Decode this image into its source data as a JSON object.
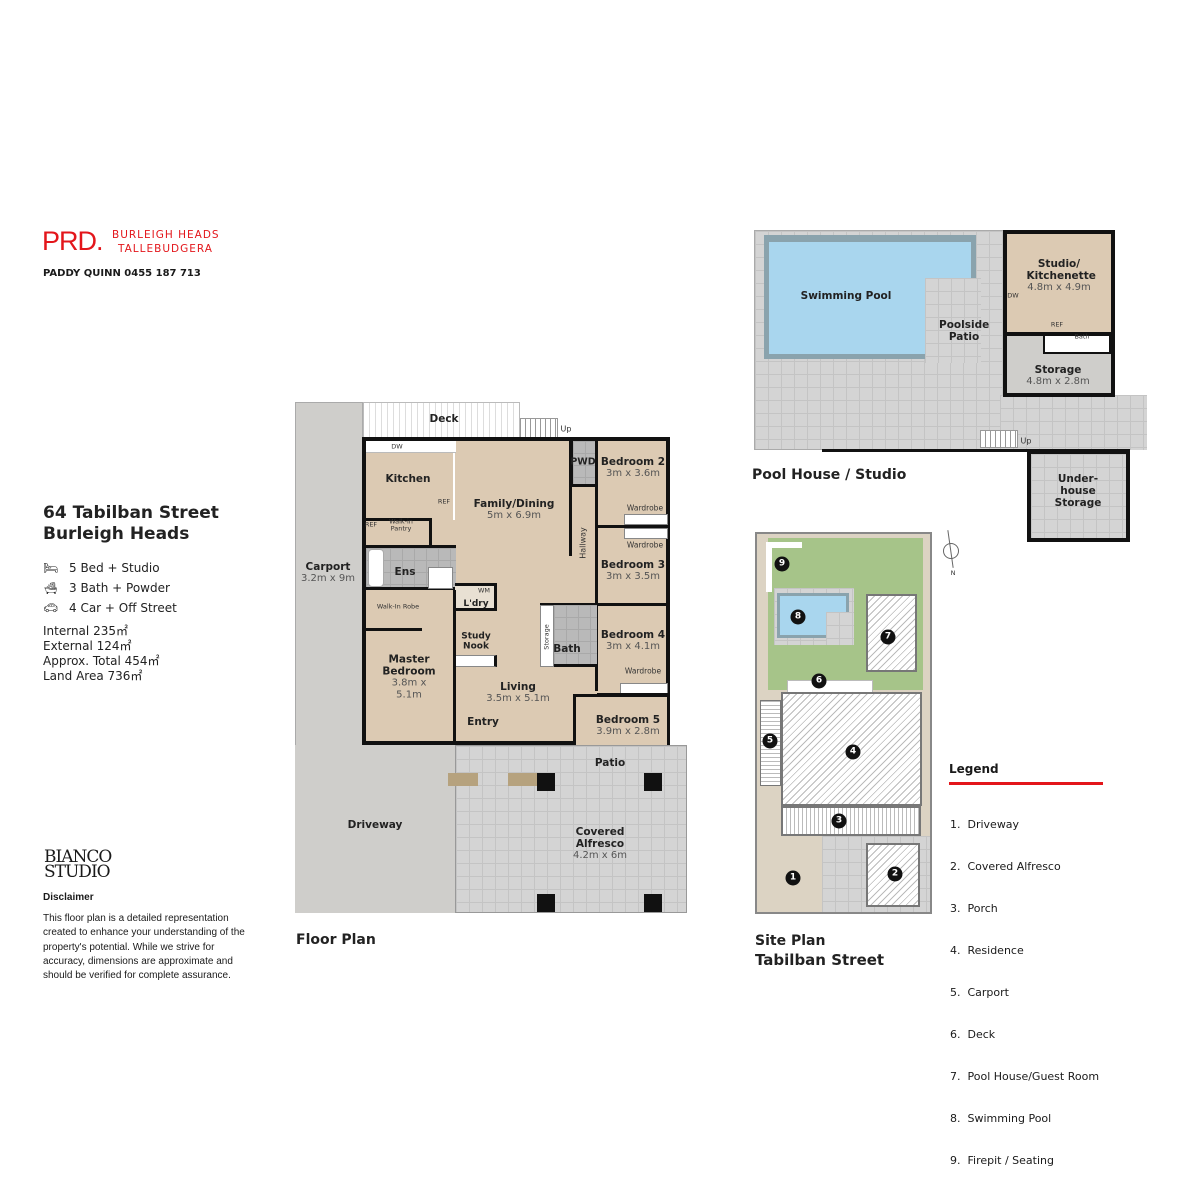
{
  "brand": {
    "logo": "PRD.",
    "office_line1": "BURLEIGH HEADS",
    "office_line2": "TALLEBUDGERA",
    "agent": "PADDY QUINN  0455 187 713",
    "accent": "#e3161b"
  },
  "property": {
    "address_line1": "64 Tabilban Street",
    "address_line2": "Burleigh Heads",
    "features": [
      {
        "icon": "bed-icon",
        "label": "5 Bed + Studio"
      },
      {
        "icon": "bath-icon",
        "label": "3 Bath + Powder"
      },
      {
        "icon": "car-icon",
        "label": "4 Car + Off Street"
      }
    ],
    "areas": [
      "Internal 235㎡",
      "External 124㎡",
      "Approx. Total 454㎡",
      "Land Area 736㎡"
    ]
  },
  "studio_logo": {
    "line1": "BIANCO",
    "line2": "STUDIO"
  },
  "disclaimer": {
    "title": "Disclaimer",
    "text": "This floor plan is a detailed representation created to enhance your understanding of the property's potential. While we strive for accuracy, dimensions are approximate and should be verified for complete assurance."
  },
  "floor_plan": {
    "caption": "Floor Plan",
    "rooms": {
      "deck": "Deck",
      "up": "Up",
      "kitchen": "Kitchen",
      "dw": "DW",
      "ref": "REF",
      "pantry": "Walk-in Pantry",
      "ens": "Ens",
      "wir": "Walk-In Robe",
      "master": "Master Bedroom",
      "master_dim": "3.8m x 5.1m",
      "family": "Family/Dining",
      "family_dim": "5m x 6.9m",
      "pwd": "PWD",
      "hallway": "Hallway",
      "bed2": "Bedroom 2",
      "bed2_dim": "3m x 3.6m",
      "wardrobe": "Wardrobe",
      "bed3": "Bedroom 3",
      "bed3_dim": "3m x 3.5m",
      "ldry": "L'dry",
      "wm": "WM",
      "study": "Study Nook",
      "storage": "Storage",
      "bath": "Bath",
      "bed4": "Bedroom 4",
      "bed4_dim": "3m x 4.1m",
      "bed5": "Bedroom 5",
      "bed5_dim": "3.9m x 2.8m",
      "living": "Living",
      "living_dim": "3.5m x 5.1m",
      "entry": "Entry",
      "carport": "Carport",
      "carport_dim": "3.2m x 9m",
      "driveway": "Driveway",
      "patio": "Patio",
      "alfresco": "Covered Alfresco",
      "alfresco_dim": "4.2m x 6m"
    }
  },
  "pool_house": {
    "caption": "Pool House / Studio",
    "pool": "Swimming Pool",
    "patio": "Poolside Patio",
    "studio": "Studio/ Kitchenette",
    "studio_dim": "4.8m x 4.9m",
    "storage": "Storage",
    "storage_dim": "4.8m x 2.8m",
    "under": "Under-house Storage",
    "dw": "DW",
    "ref": "REF",
    "bath": "Bath",
    "up": "Up"
  },
  "site_plan": {
    "caption1": "Site Plan",
    "caption2": "Tabilban Street",
    "north": "N",
    "legend_title": "Legend",
    "legend": [
      "1.  Driveway",
      "2.  Covered Alfresco",
      "3.  Porch",
      "4.  Residence",
      "5.  Carport",
      "6.  Deck",
      "7.  Pool House/Guest Room",
      "8.  Swimming Pool",
      "9.  Firepit / Seating"
    ],
    "markers": [
      "1",
      "2",
      "3",
      "4",
      "5",
      "6",
      "7",
      "8",
      "9"
    ]
  }
}
